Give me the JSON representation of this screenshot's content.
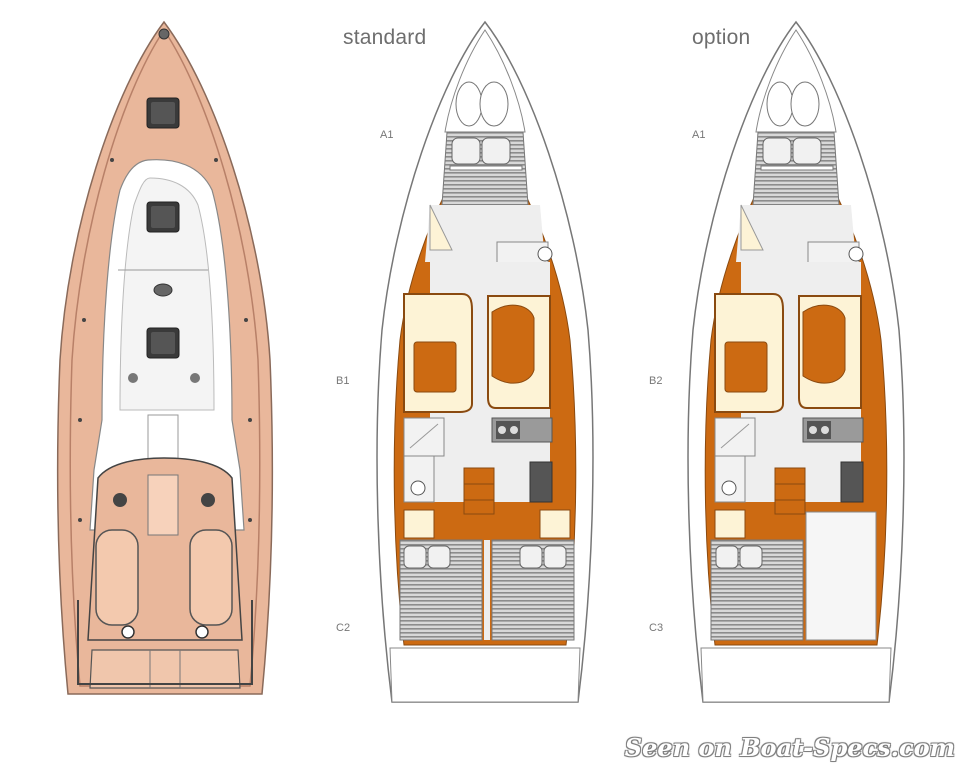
{
  "layouts": [
    {
      "title": "standard",
      "zones": {
        "fore": "A1",
        "mid": "B1",
        "aft": "C2"
      }
    },
    {
      "title": "option",
      "zones": {
        "fore": "A1",
        "mid": "B2",
        "aft": "C3"
      }
    }
  ],
  "watermark": "Seen on Boat-Specs.com",
  "colors": {
    "deck": "#e9b79b",
    "deck_edge": "#b88068",
    "wood": "#cc6a12",
    "wood_dark": "#9a4a08",
    "cushion": "#fdf3d6",
    "floor": "#eeeeee",
    "bunk_stripe": "#8c8c8c",
    "hull_outline": "#777777"
  }
}
